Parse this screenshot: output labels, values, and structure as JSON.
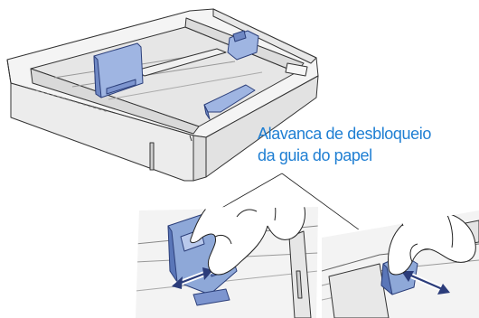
{
  "callout": {
    "line1": "Alavanca de desbloqueio",
    "line2": "da guia do papel"
  },
  "colors": {
    "callout_text": "#1f7fd3",
    "tray_body": "#eeeeee",
    "tray_outline": "#333333",
    "guide_blue": "#8ea8d8",
    "guide_blue_dark": "#5a76b8"
  },
  "icons": {
    "arrow": "double-headed-arrow"
  }
}
